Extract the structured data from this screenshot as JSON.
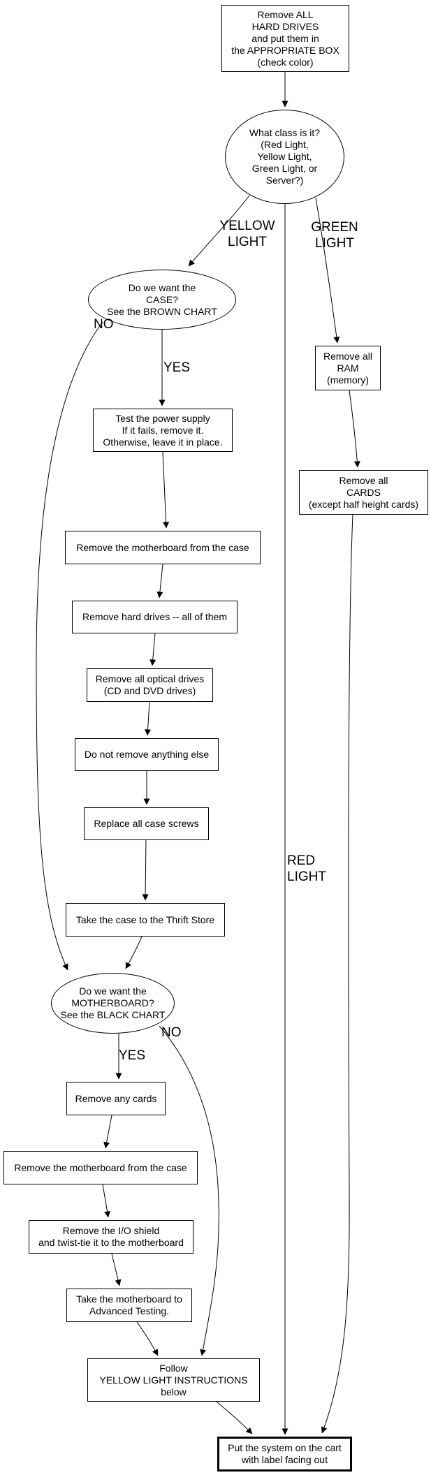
{
  "diagram": {
    "colors": {
      "line": "#000000",
      "background": "#ffffff",
      "text": "#000000"
    },
    "nodes": {
      "start": {
        "label": "Remove ALL\nHARD DRIVES\nand put them in\nthe APPROPRIATE BOX\n(check color)",
        "shape": "rect"
      },
      "class_question": {
        "label": "What class is it?\n(Red Light,\nYellow Light,\nGreen Light, or\nServer?)",
        "shape": "ellipse"
      },
      "case_question": {
        "label": "Do we want the\nCASE?\nSee the BROWN CHART",
        "shape": "ellipse"
      },
      "psu": {
        "label": "Test the power supply\nIf it fails, remove it.\nOtherwise, leave it in place.",
        "shape": "rect"
      },
      "ram": {
        "label": "Remove all\nRAM\n(memory)",
        "shape": "rect"
      },
      "cards": {
        "label": "Remove all\nCARDS\n(except half height cards)",
        "shape": "rect"
      },
      "mobo_from_case1": {
        "label": "Remove the motherboard from the case",
        "shape": "rect"
      },
      "hdd": {
        "label": "Remove hard drives -- all of them",
        "shape": "rect"
      },
      "optical": {
        "label": "Remove all optical drives\n(CD and DVD drives)",
        "shape": "rect"
      },
      "nothing_else": {
        "label": "Do not remove anything else",
        "shape": "rect"
      },
      "screws": {
        "label": "Replace all case screws",
        "shape": "rect"
      },
      "thrift": {
        "label": "Take the case to the Thrift Store",
        "shape": "rect"
      },
      "mobo_question": {
        "label": "Do we want the\nMOTHERBOARD?\nSee the BLACK CHART",
        "shape": "ellipse"
      },
      "any_cards": {
        "label": "Remove any cards",
        "shape": "rect"
      },
      "mobo_from_case2": {
        "label": "Remove the motherboard from the case",
        "shape": "rect"
      },
      "io_shield": {
        "label": "Remove the I/O shield\nand twist-tie it to the motherboard",
        "shape": "rect"
      },
      "advanced": {
        "label": "Take the motherboard to\nAdvanced Testing.",
        "shape": "rect"
      },
      "follow": {
        "label": "Follow\nYELLOW LIGHT INSTRUCTIONS\nbelow",
        "shape": "rect"
      },
      "cart": {
        "label": "Put the system on the cart\nwith label facing out",
        "shape": "rect-bold"
      }
    },
    "edge_labels": {
      "yellow_light": "YELLOW\nLIGHT",
      "green_light": "GREEN\nLIGHT",
      "red_light": "RED\nLIGHT",
      "case_no": "NO",
      "case_yes": "YES",
      "mobo_no": "NO",
      "mobo_yes": "YES"
    }
  }
}
